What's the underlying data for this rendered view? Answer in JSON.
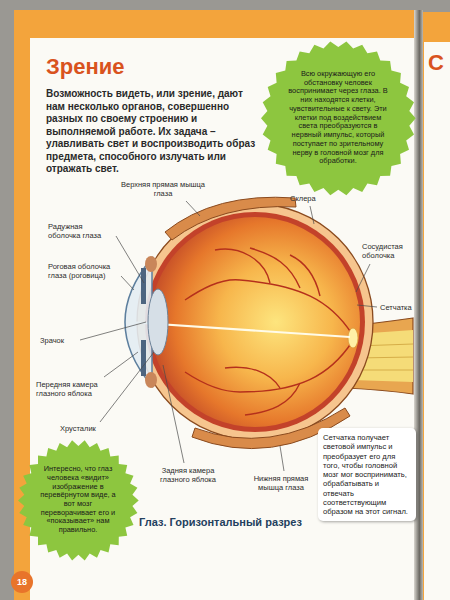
{
  "diagram": {
    "title": "Зрение",
    "caption": "Глаз. Горизонтальный разрез",
    "nodes": [
      {
        "text": [
          "Всю окружающую его обстановку человек воспринимает через глаза. В них находятся клетки, чувствительные к свету. Эти клетки под воздействием света преобразуются в нервный импульс, который поступает по зрительному нерву в головной мозг для обработки."
        ]
      },
      {
        "text": [
          "Интересно, что глаз человека «видит» изображение в перевёрнутом виде, а вот мозг переворачивает его и «показывает» нам правильно."
        ]
      },
      {
        "text": [
          "Сетчатка получает световой импульс и преобразует его для того, чтобы головной мозг мог воспринимать, обрабатывать и отвечать соответствующим образом на этот сигнал."
        ]
      },
      {
        "text": [
          "18"
        ]
      }
    ],
    "labels": [
      "Возможность видеть, или зрение, дают нам несколько органов, совершенно разных по своему строению и выполняемой работе. Их задача – улавливать свет и воспроизводить образ предмета, способного излучать или отражать свет.",
      "Верхняя прямая мышца глаза",
      "Склера",
      "Радужная оболочка глаза",
      "Роговая оболочка глаза (роговица)",
      "Сосудистая оболочка",
      "Сетчатка",
      "Зрачок",
      "Передняя камера глазного яблока",
      "Хрусталик",
      "Задняя камера глазного яблока",
      "Нижняя прямая мышца глаза",
      "С"
    ]
  }
}
